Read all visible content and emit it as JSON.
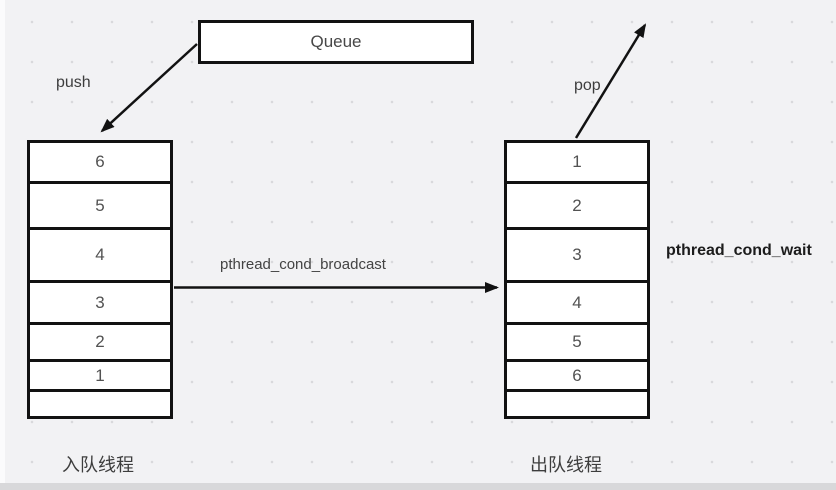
{
  "diagram": {
    "queue_label": "Queue",
    "push_label": "push",
    "pop_label": "pop",
    "broadcast_label": "pthread_cond_broadcast",
    "wait_label": "pthread_cond_wait",
    "left_stack": {
      "caption": "入队线程",
      "cells": [
        "6",
        "5",
        "4",
        "3",
        "2",
        "1",
        ""
      ]
    },
    "right_stack": {
      "caption": "出队线程",
      "cells": [
        "1",
        "2",
        "3",
        "4",
        "5",
        "6",
        ""
      ]
    }
  },
  "colors": {
    "background": "#f2f2f4",
    "dot_grid": "#d9d9dc",
    "shape_fill": "#ffffff",
    "line": "#121212",
    "text": "#3d3d3d",
    "bottom_bar": "#d8d8da"
  }
}
